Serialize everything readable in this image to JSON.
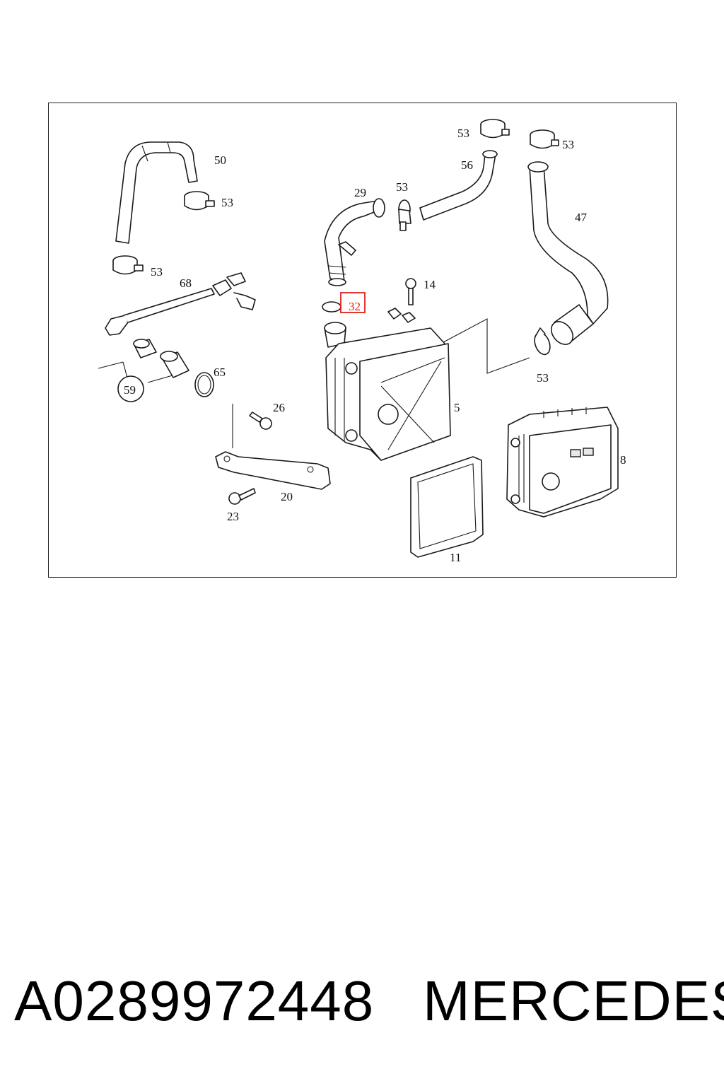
{
  "callouts": {
    "c50": "50",
    "c53a": "53",
    "c53b": "53",
    "c53c": "53",
    "c53d": "53",
    "c53e": "53",
    "c53f": "53",
    "c56": "56",
    "c29": "29",
    "c47": "47",
    "c14": "14",
    "c32": "32",
    "c68": "68",
    "c59": "59",
    "c65": "65",
    "c26": "26",
    "c5": "5",
    "c20": "20",
    "c23": "23",
    "c8": "8",
    "c11": "11"
  },
  "highlight_color": "#e0201a",
  "footer": {
    "part_number": "A0289972448",
    "brand": "MERCEDES"
  }
}
